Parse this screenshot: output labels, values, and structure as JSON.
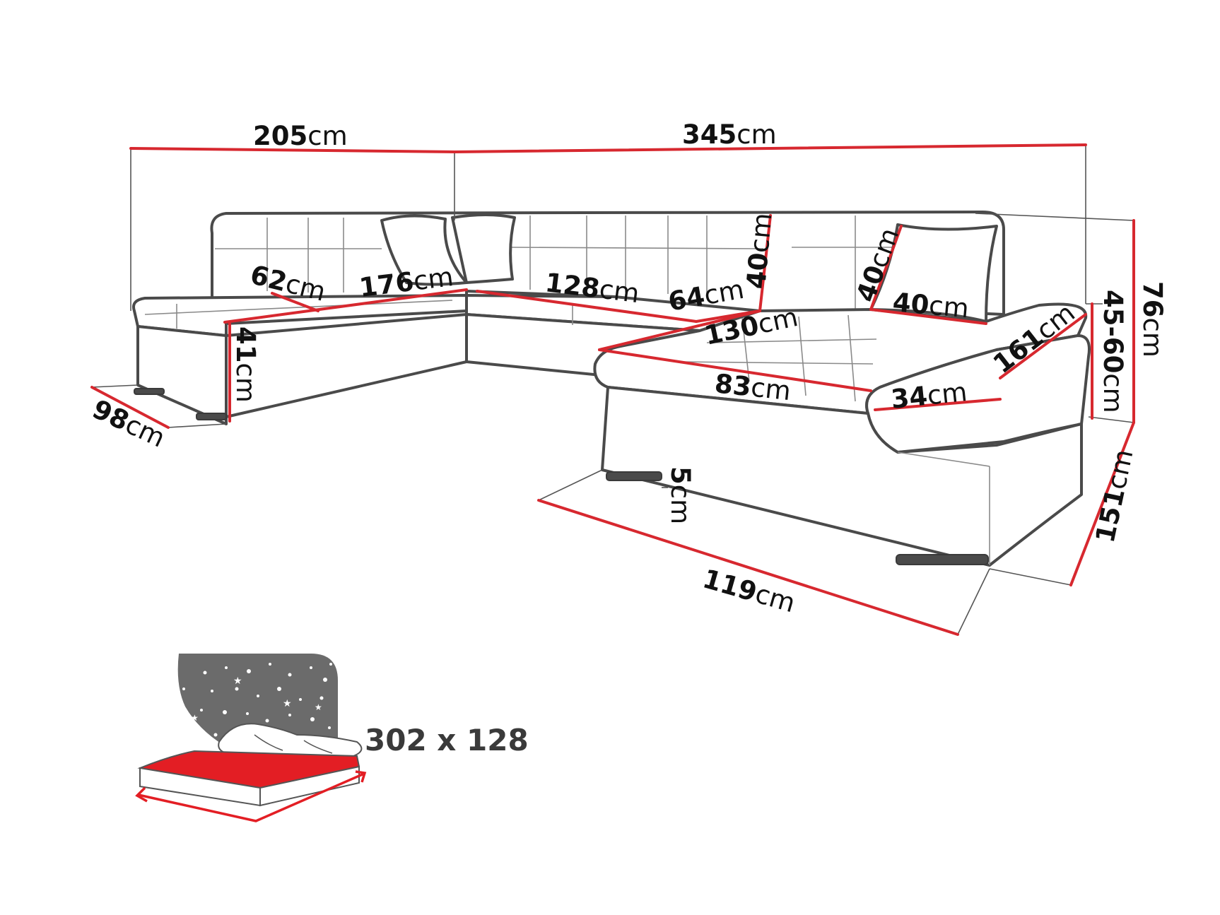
{
  "dimensions": [
    {
      "id": "overall-left-width",
      "number": "205",
      "unit": "cm"
    },
    {
      "id": "overall-right-width",
      "number": "345",
      "unit": "cm"
    },
    {
      "id": "seat-depth-left",
      "number": "62",
      "unit": "cm"
    },
    {
      "id": "left-seat-length",
      "number": "176",
      "unit": "cm"
    },
    {
      "id": "middle-seat-length",
      "number": "128",
      "unit": "cm"
    },
    {
      "id": "middle-seat-depth",
      "number": "64",
      "unit": "cm"
    },
    {
      "id": "backrest-height-middle",
      "number": "40",
      "unit": "cm"
    },
    {
      "id": "cushion-height",
      "number": "40",
      "unit": "cm"
    },
    {
      "id": "cushion-width",
      "number": "40",
      "unit": "cm"
    },
    {
      "id": "total-height",
      "number": "76",
      "unit": "cm"
    },
    {
      "id": "armrest-height",
      "number": "45-60",
      "unit": "cm"
    },
    {
      "id": "seat-height",
      "number": "41",
      "unit": "cm"
    },
    {
      "id": "chaise-length",
      "number": "130",
      "unit": "cm"
    },
    {
      "id": "chaise-seat-depth",
      "number": "83",
      "unit": "cm"
    },
    {
      "id": "armrest-width",
      "number": "34",
      "unit": "cm"
    },
    {
      "id": "armrest-length",
      "number": "161",
      "unit": "cm"
    },
    {
      "id": "left-depth",
      "number": "98",
      "unit": "cm"
    },
    {
      "id": "leg-height",
      "number": "5",
      "unit": "cm"
    },
    {
      "id": "chaise-width",
      "number": "119",
      "unit": "cm"
    },
    {
      "id": "chaise-depth",
      "number": "151",
      "unit": "cm"
    }
  ],
  "bed": {
    "label": "302 x 128"
  },
  "colors": {
    "accent": "#d7282f",
    "outline": "#4a4a4a",
    "bed_surface": "#e31e24",
    "night_sky": "#6b6b6b"
  }
}
